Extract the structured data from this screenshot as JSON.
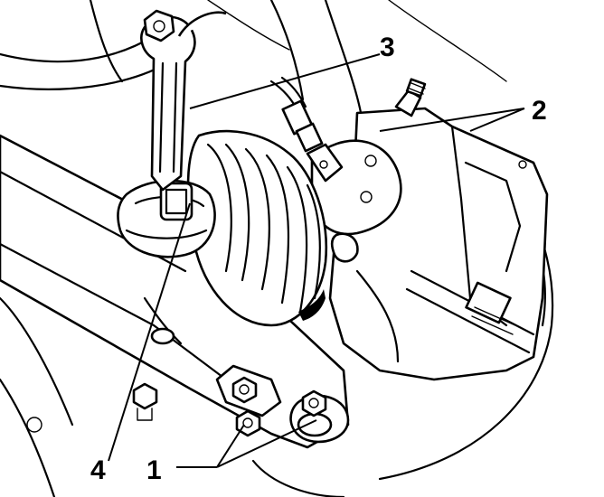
{
  "callouts": [
    {
      "id": "label-1",
      "text": "1"
    },
    {
      "id": "label-2",
      "text": "2"
    },
    {
      "id": "label-3",
      "text": "3"
    },
    {
      "id": "label-4",
      "text": "4"
    }
  ],
  "colors": {
    "ink": "#000000",
    "paper": "#ffffff"
  }
}
